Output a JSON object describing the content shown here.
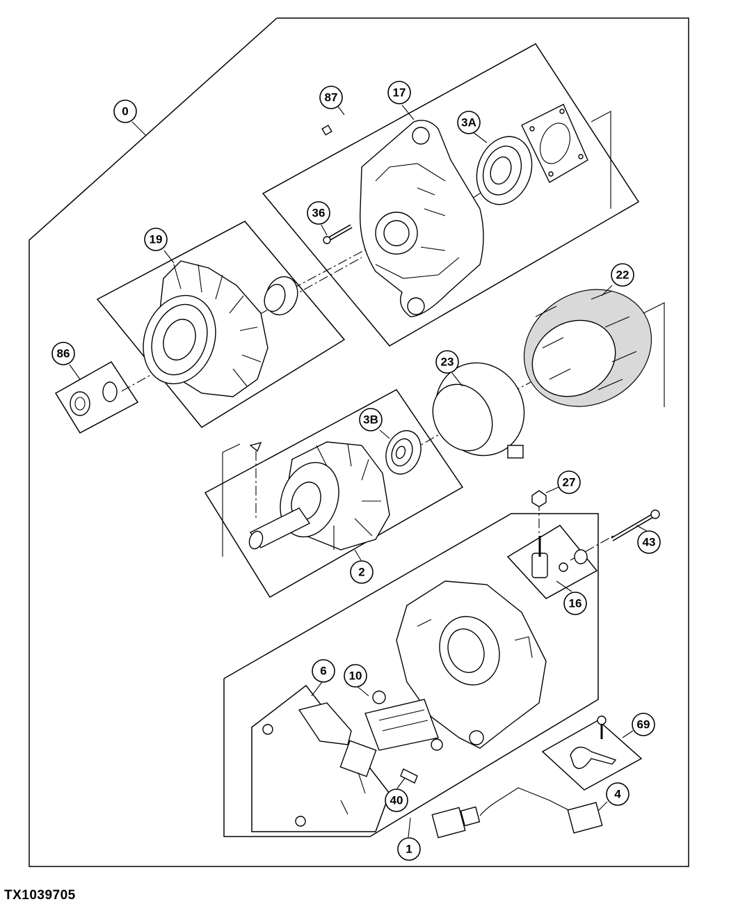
{
  "figure_id": "TX1039705",
  "callouts": [
    "0",
    "87",
    "17",
    "3A",
    "36",
    "19",
    "22",
    "86",
    "23",
    "3B",
    "27",
    "43",
    "2",
    "16",
    "6",
    "10",
    "69",
    "40",
    "4",
    "1"
  ]
}
